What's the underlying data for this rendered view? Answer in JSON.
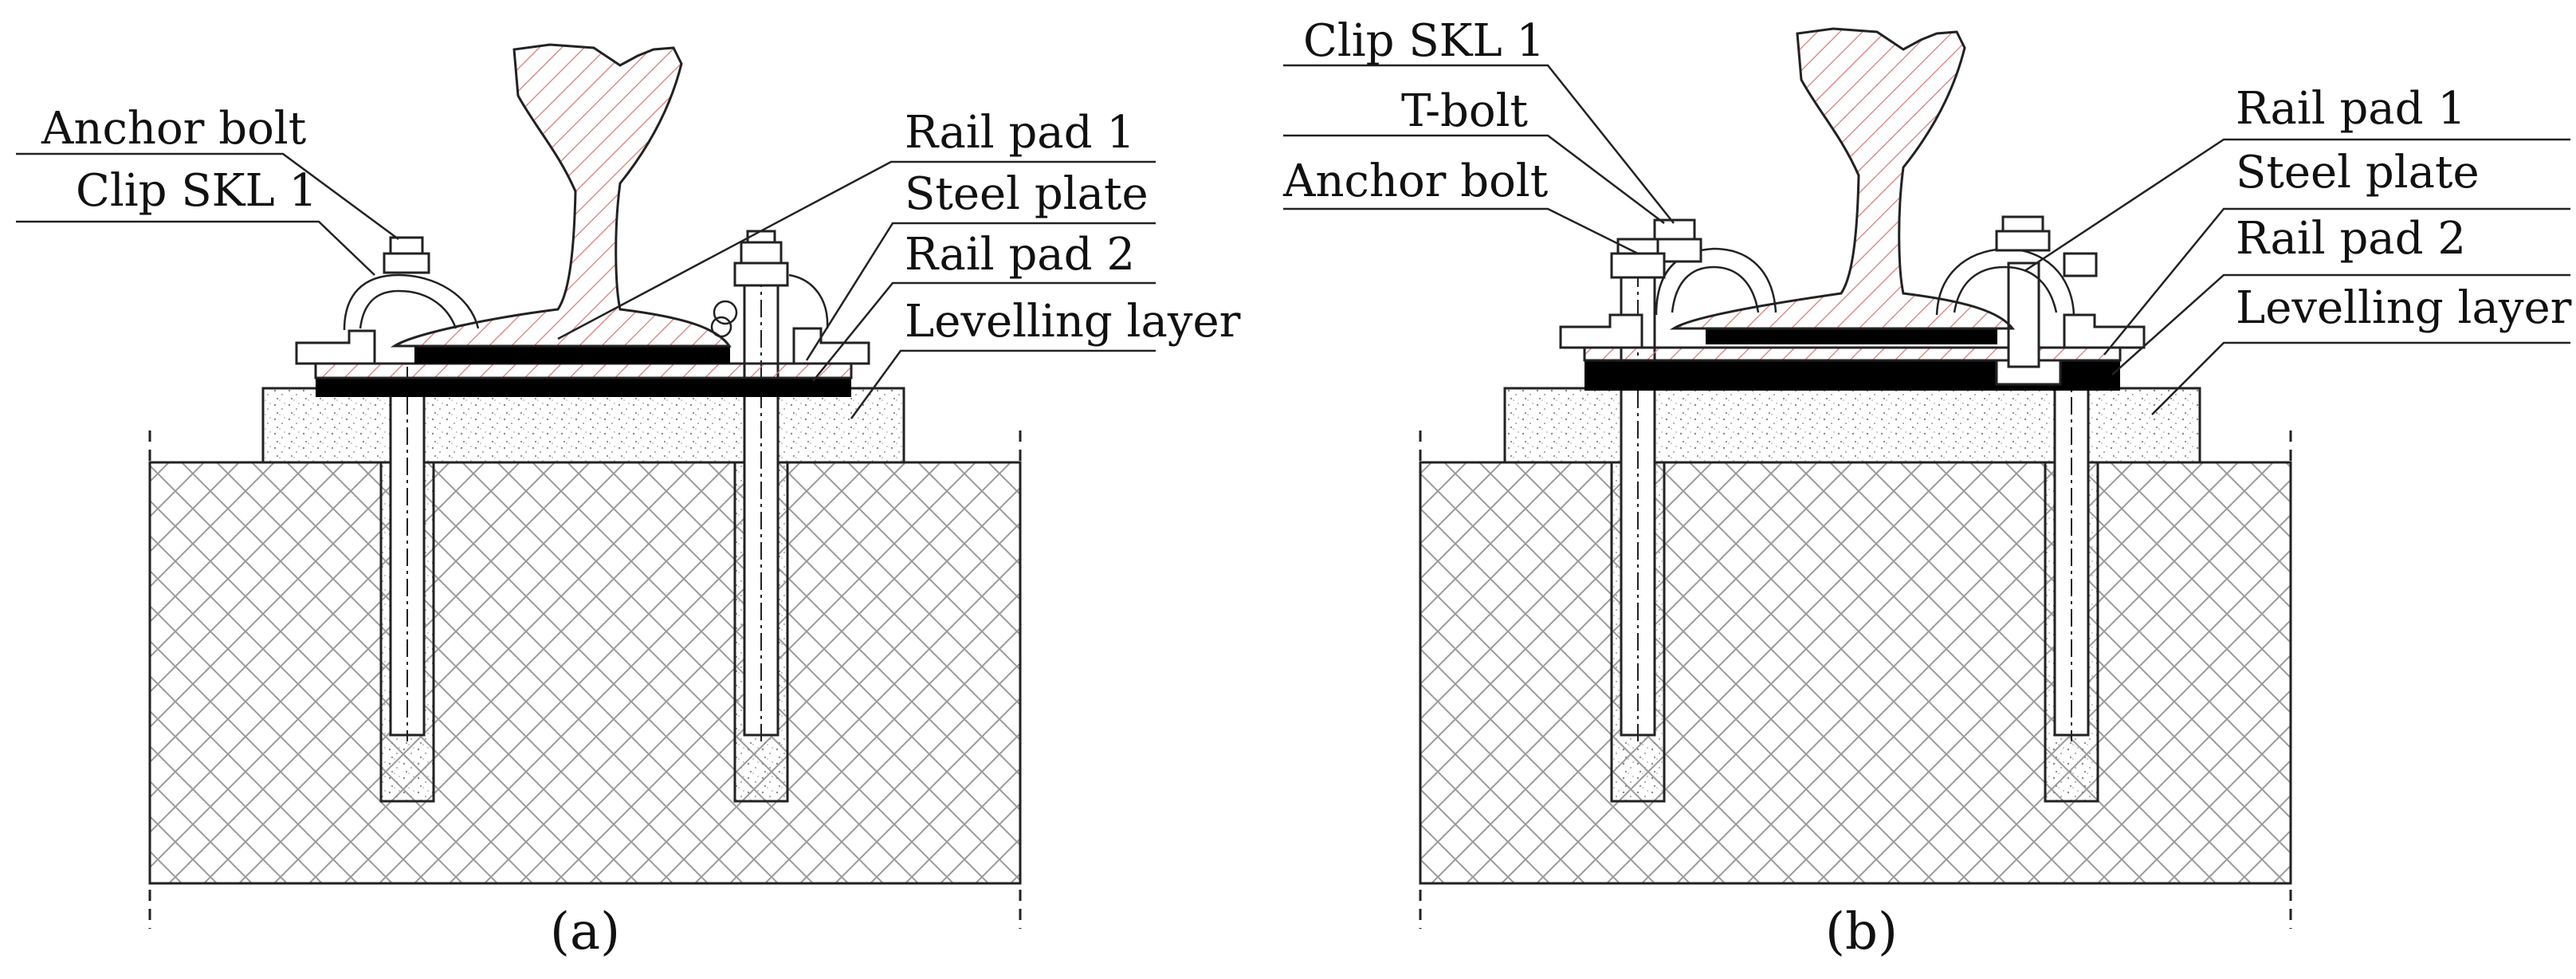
{
  "panel_a": {
    "caption": "(a)",
    "labels": {
      "anchor_bolt": "Anchor bolt",
      "clip": "Clip SKL 1",
      "rail_pad_1": "Rail pad 1",
      "steel_plate": "Steel plate",
      "rail_pad_2": "Rail pad 2",
      "levelling_layer": "Levelling layer"
    }
  },
  "panel_b": {
    "caption": "(b)",
    "labels": {
      "clip": "Clip SKL 1",
      "t_bolt": "T-bolt",
      "anchor_bolt": "Anchor bolt",
      "rail_pad_1": "Rail pad 1",
      "steel_plate": "Steel plate",
      "rail_pad_2": "Rail pad 2",
      "levelling_layer": "Levelling layer"
    }
  },
  "colors": {
    "rail_hatch": "#d77a7a",
    "rubber_pad": "#000000",
    "concrete_hatch": "#9a9a9a",
    "line": "#222222"
  }
}
